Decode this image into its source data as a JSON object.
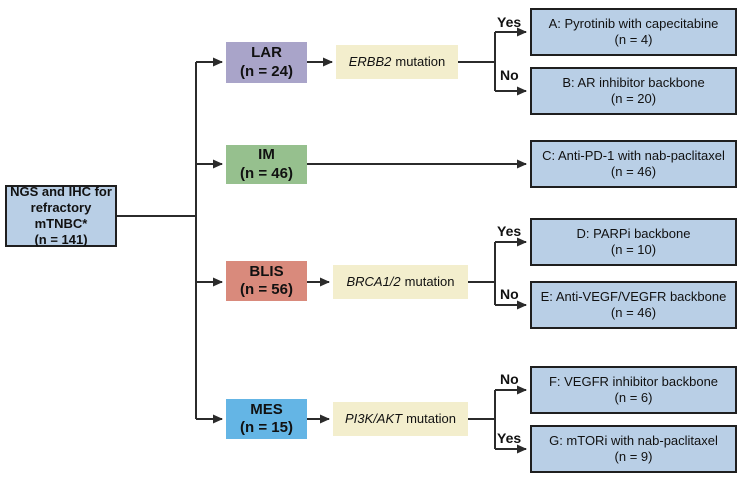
{
  "root": {
    "line1": "NGS and IHC for",
    "line2": "refractory mTNBC*",
    "n": "(n = 141)"
  },
  "branches": [
    {
      "subtype": {
        "label": "LAR",
        "n": "(n = 24)"
      },
      "test": {
        "gene": "ERBB2",
        "word": "mutation"
      },
      "arms": [
        {
          "decision": "Yes",
          "label": "A: Pyrotinib with capecitabine",
          "n": "(n = 4)"
        },
        {
          "decision": "No",
          "label": "B: AR inhibitor backbone",
          "n": "(n = 20)"
        }
      ]
    },
    {
      "subtype": {
        "label": "IM",
        "n": "(n = 46)"
      },
      "arms": [
        {
          "label": "C: Anti-PD-1 with nab-paclitaxel",
          "n": "(n = 46)"
        }
      ]
    },
    {
      "subtype": {
        "label": "BLIS",
        "n": "(n = 56)"
      },
      "test": {
        "gene": "BRCA1/2",
        "word": "mutation"
      },
      "arms": [
        {
          "decision": "Yes",
          "label": "D: PARPi backbone",
          "n": "(n = 10)"
        },
        {
          "decision": "No",
          "label": "E: Anti-VEGF/VEGFR backbone",
          "n": "(n = 46)"
        }
      ]
    },
    {
      "subtype": {
        "label": "MES",
        "n": "(n = 15)"
      },
      "test": {
        "gene": "PI3K/AKT",
        "word": "mutation"
      },
      "arms": [
        {
          "decision": "No",
          "label": "F: VEGFR inhibitor backbone",
          "n": "(n = 6)"
        },
        {
          "decision": "Yes",
          "label": "G: mTORi with nab-paclitaxel",
          "n": "(n = 9)"
        }
      ]
    }
  ],
  "colors": {
    "root_fill": "#b9cfe6",
    "outcome_fill": "#b9cfe6",
    "lar_fill": "#a9a4c9",
    "im_fill": "#96c08e",
    "blis_fill": "#d98a7c",
    "mes_fill": "#64b5e5",
    "test_fill": "#f3eecd",
    "line": "#2b2b2b",
    "border": "#1f1f1f"
  }
}
